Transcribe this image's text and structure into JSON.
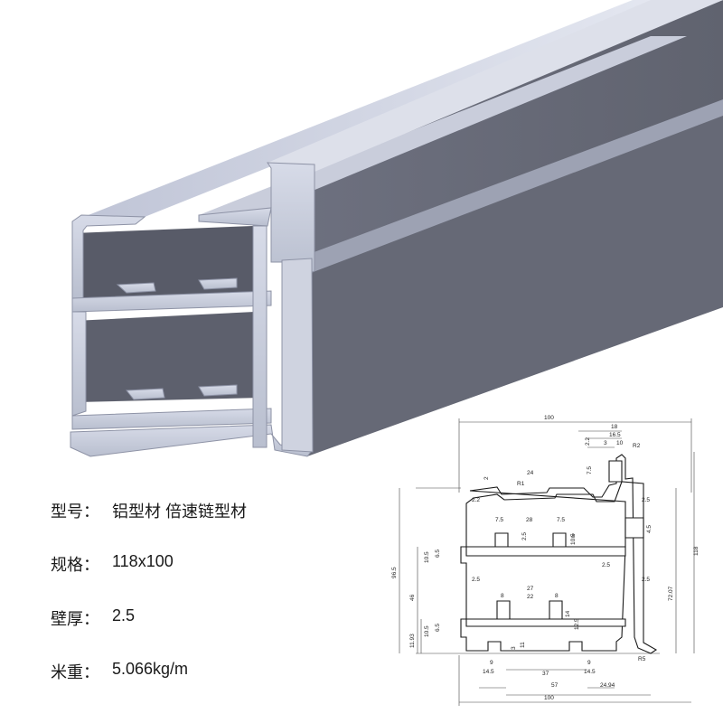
{
  "specs": [
    {
      "label": "型号：",
      "value": "铝型材 倍速链型材"
    },
    {
      "label": "规格：",
      "value": "118x100"
    },
    {
      "label": "壁厚：",
      "value": "2.5"
    },
    {
      "label": "米重：",
      "value": "5.066kg/m"
    }
  ],
  "dimensions": {
    "width_top": "100",
    "width_bottom": "100",
    "height_total": "118",
    "height_96": "96.5",
    "height_72": "72.07",
    "gap_46": "46",
    "d_11_93": "11.93",
    "d_18": "18",
    "d_16_5": "16.5",
    "d_10": "10",
    "d_3a": "3",
    "d_2_2a": "2.2",
    "d_r2": "R2",
    "d_7_5a": "7.5",
    "d_2a": "2",
    "d_24": "24",
    "d_r1": "R1",
    "d_2_2b": "2.2",
    "d_7_5b": "7.5",
    "d_28": "28",
    "d_7_5c": "7.5",
    "d_2_5a": "2.5",
    "d_3b": "3",
    "d_10_5a": "10.5",
    "d_10_5b": "10.5",
    "d_6_5a": "6.5",
    "d_2_5b": "2.5",
    "d_2_5c": "2.5",
    "d_2_5d": "2.5",
    "d_4_5": "4.5",
    "d_27": "27",
    "d_22": "22",
    "d_8a": "8",
    "d_8b": "8",
    "d_14": "14",
    "d_12_5": "12.5",
    "d_10_5c": "10.5",
    "d_6_5b": "6.5",
    "d_9a": "9",
    "d_9b": "9",
    "d_3c": "3",
    "d_11": "11",
    "d_14_5a": "14.5",
    "d_37": "37",
    "d_14_5b": "14.5",
    "d_57": "57",
    "d_24_94": "24.94",
    "d_r5": "R5",
    "d_2_5e": "2.5"
  }
}
